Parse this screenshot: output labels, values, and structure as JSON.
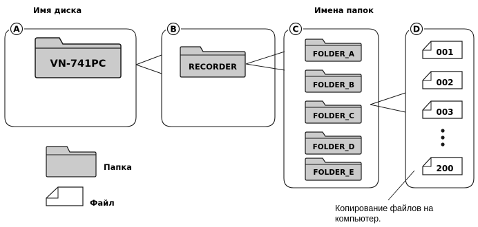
{
  "headers": {
    "disk_name": "Имя диска",
    "folder_names": "Имена папок"
  },
  "panels": [
    {
      "letter": "A"
    },
    {
      "letter": "B"
    },
    {
      "letter": "C"
    },
    {
      "letter": "D"
    }
  ],
  "disk": {
    "label": "VN-741PC"
  },
  "recorder": {
    "label": "RECORDER"
  },
  "folders": [
    "FOLDER_A",
    "FOLDER_B",
    "FOLDER_C",
    "FOLDER_D",
    "FOLDER_E"
  ],
  "files": [
    "001",
    "002",
    "003",
    "200"
  ],
  "legend": {
    "folder_label": "Папка",
    "file_label": "Файл"
  },
  "note": {
    "line1": "Копирование файлов на",
    "line2": "компьютер."
  },
  "colors": {
    "folder_fill": "#cbcbcb",
    "stroke": "#1a1a1a"
  }
}
